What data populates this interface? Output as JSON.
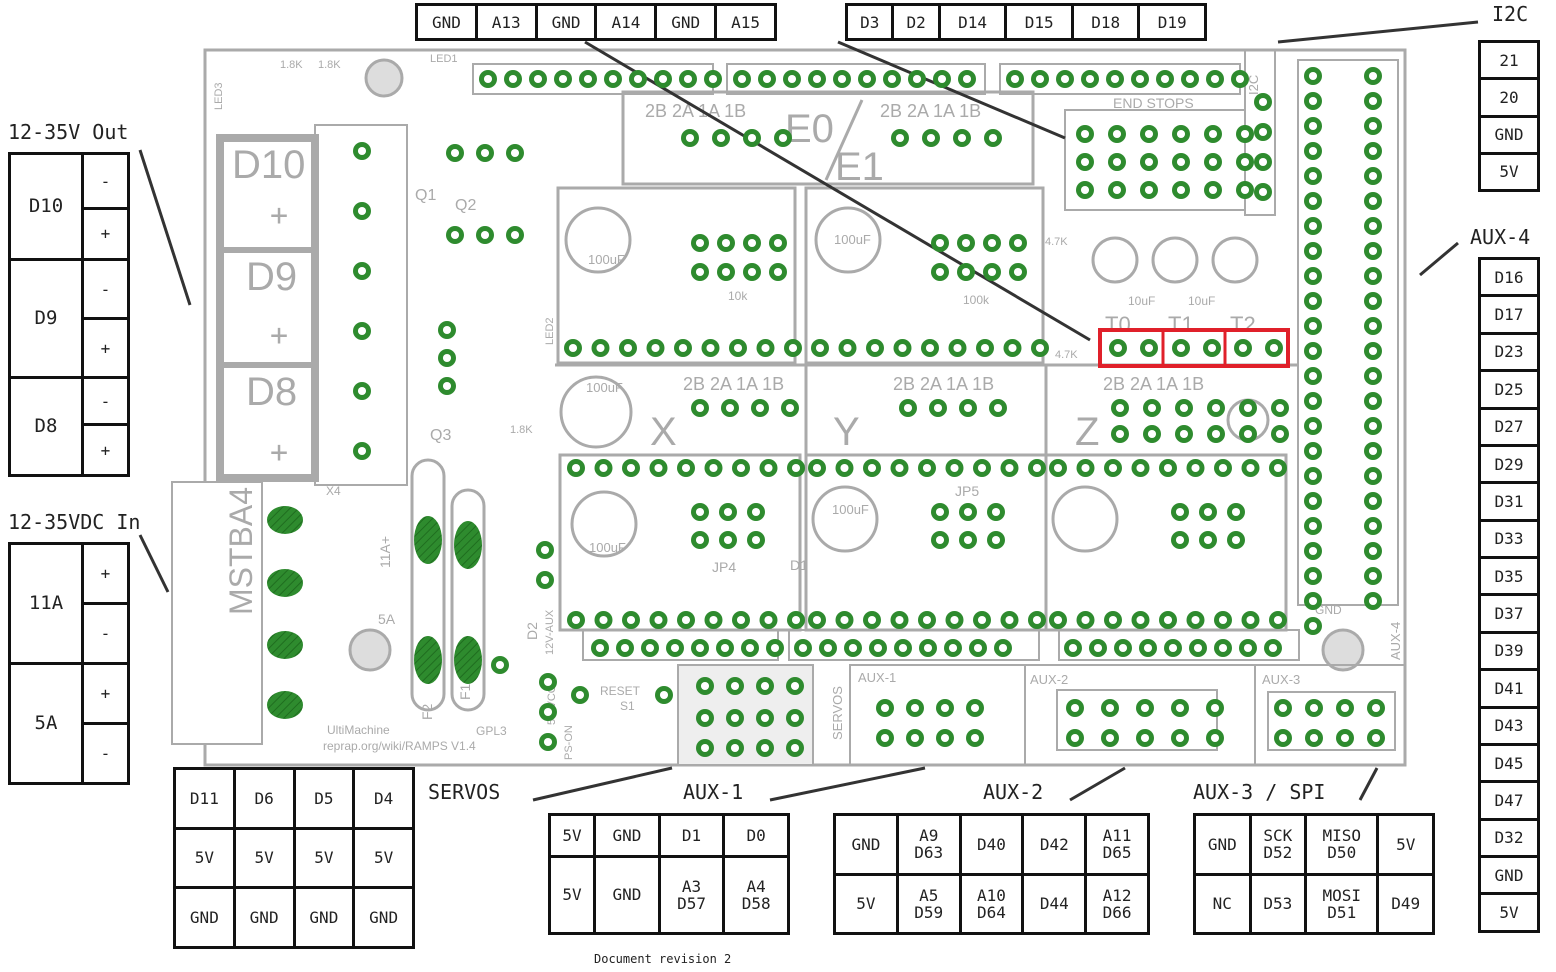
{
  "top_headers_left": [
    "GND",
    "A13",
    "GND",
    "A14",
    "GND",
    "A15"
  ],
  "top_headers_right": [
    "D3",
    "D2",
    "D14",
    "D15",
    "D18",
    "D19"
  ],
  "i2c": {
    "title": "I2C",
    "pins": [
      "21",
      "20",
      "GND",
      "5V"
    ]
  },
  "aux4": {
    "title": "AUX-4",
    "pins": [
      "D16",
      "D17",
      "D23",
      "D25",
      "D27",
      "D29",
      "D31",
      "D33",
      "D35",
      "D37",
      "D39",
      "D41",
      "D43",
      "D45",
      "D47",
      "D32",
      "GND",
      "5V"
    ]
  },
  "out_block": {
    "title": "12-35V Out",
    "rows": [
      {
        "name": "D10",
        "pins": [
          "-",
          "+"
        ]
      },
      {
        "name": "D9",
        "pins": [
          "-",
          "+"
        ]
      },
      {
        "name": "D8",
        "pins": [
          "-",
          "+"
        ]
      }
    ]
  },
  "in_block": {
    "title": "12-35VDC In",
    "rows": [
      {
        "name": "11A",
        "pins": [
          "+",
          "-"
        ]
      },
      {
        "name": "5A",
        "pins": [
          "+",
          "-"
        ]
      }
    ]
  },
  "servos": {
    "title": "SERVOS",
    "rows": [
      [
        "D11",
        "D6",
        "D5",
        "D4"
      ],
      [
        "5V",
        "5V",
        "5V",
        "5V"
      ],
      [
        "GND",
        "GND",
        "GND",
        "GND"
      ]
    ]
  },
  "aux1": {
    "title": "AUX-1",
    "rows": [
      [
        "5V",
        "GND",
        "D1",
        "D0"
      ],
      [
        "5V",
        "GND",
        "A3\nD57",
        "A4\nD58"
      ]
    ]
  },
  "aux2": {
    "title": "AUX-2",
    "rows": [
      [
        "GND",
        "A9\nD63",
        "D40",
        "D42",
        "A11\nD65"
      ],
      [
        "5V",
        "A5\nD59",
        "A10\nD64",
        "D44",
        "A12\nD66"
      ]
    ]
  },
  "aux3": {
    "title": "AUX-3 / SPI",
    "rows": [
      [
        "GND",
        "SCK\nD52",
        "MISO\nD50",
        "5V"
      ],
      [
        "NC",
        "D53",
        "MOSI\nD51",
        "D49"
      ]
    ]
  },
  "footer": "Document revision 2",
  "board_labels": {
    "e0": "E0",
    "e1": "E1",
    "x": "X",
    "y": "Y",
    "z": "Z",
    "d10": "D10",
    "d9": "D9",
    "d8": "D8",
    "mstba4": "MSTBA4",
    "end_stops": "END STOPS",
    "i2c_silk": "I2C",
    "t0": "T0",
    "t1": "T1",
    "t2": "T2",
    "driver_pins": "2B 2A 1A 1B",
    "brand": "UltiMachine",
    "wiki": "reprap.org/wiki/RAMPS V1.4",
    "reset": "RESET",
    "s1": "S1",
    "gpl": "GPL3",
    "fuse1": "F1",
    "fuse2": "F2",
    "aux1": "AUX-1",
    "aux2": "AUX-2",
    "aux3": "AUX-3",
    "aux4": "AUX-4",
    "servos": "SERVOS",
    "gnd": "GND",
    "twelve_aux": "12V-AUX",
    "vcc": "5V VCC",
    "ps_on": "PS-ON",
    "led1": "LED1",
    "led2": "LED2",
    "led3": "LED3",
    "q1": "Q1",
    "q2": "Q2",
    "q3": "Q3",
    "c_100uf": "100uF",
    "c_10uf": "10uF",
    "jp5": "JP5",
    "jp4": "JP4",
    "d1": "D1",
    "d2": "D2",
    "r_4k7": "4.7K",
    "r_1k8": "1.8K",
    "r_10k": "10k",
    "r_100k": "100k",
    "a11": "11A+",
    "a5": "5A",
    "x4": "X4"
  },
  "colors": {
    "pad": "#2e8b2e",
    "board": "#aaaaaa",
    "highlight": "#e0202a"
  }
}
